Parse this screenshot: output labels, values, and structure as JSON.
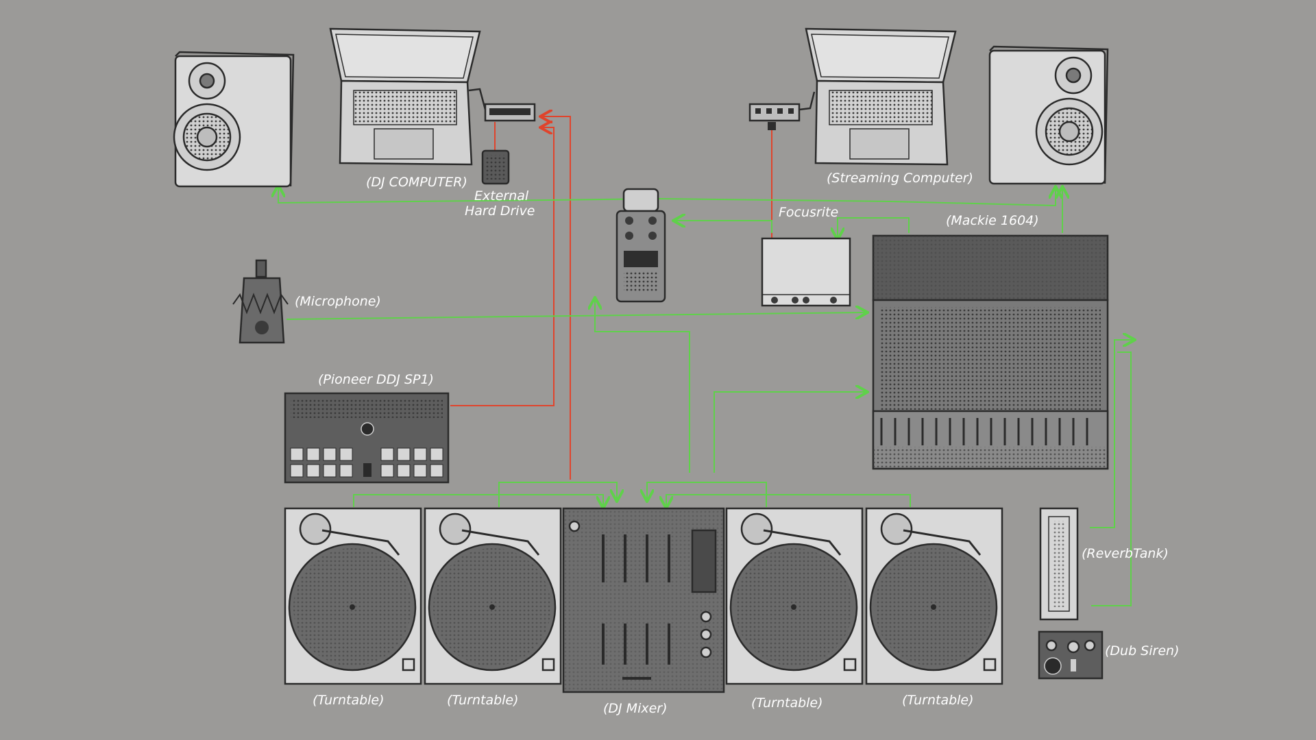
{
  "labels": {
    "dj_computer": "(DJ COMPUTER)",
    "external_drive_1": "External",
    "external_drive_2": "Hard Drive",
    "streaming_computer": "(Streaming Computer)",
    "focusrite": "Focusrite",
    "mackie": "(Mackie 1604)",
    "microphone": "(Microphone)",
    "pioneer": "(Pioneer DDJ SP1)",
    "turntable_1": "(Turntable)",
    "turntable_2": "(Turntable)",
    "dj_mixer": "(DJ Mixer)",
    "turntable_3": "(Turntable)",
    "turntable_4": "(Turntable)",
    "reverb_tank": "(ReverbTank)",
    "dub_siren": "(Dub Siren)"
  },
  "colors": {
    "background": "#9b9a98",
    "audio_cable": "#5fd14a",
    "usb_cable": "#e0442c",
    "device_dark": "#5e5e5e",
    "device_light": "#d8d8d8"
  }
}
